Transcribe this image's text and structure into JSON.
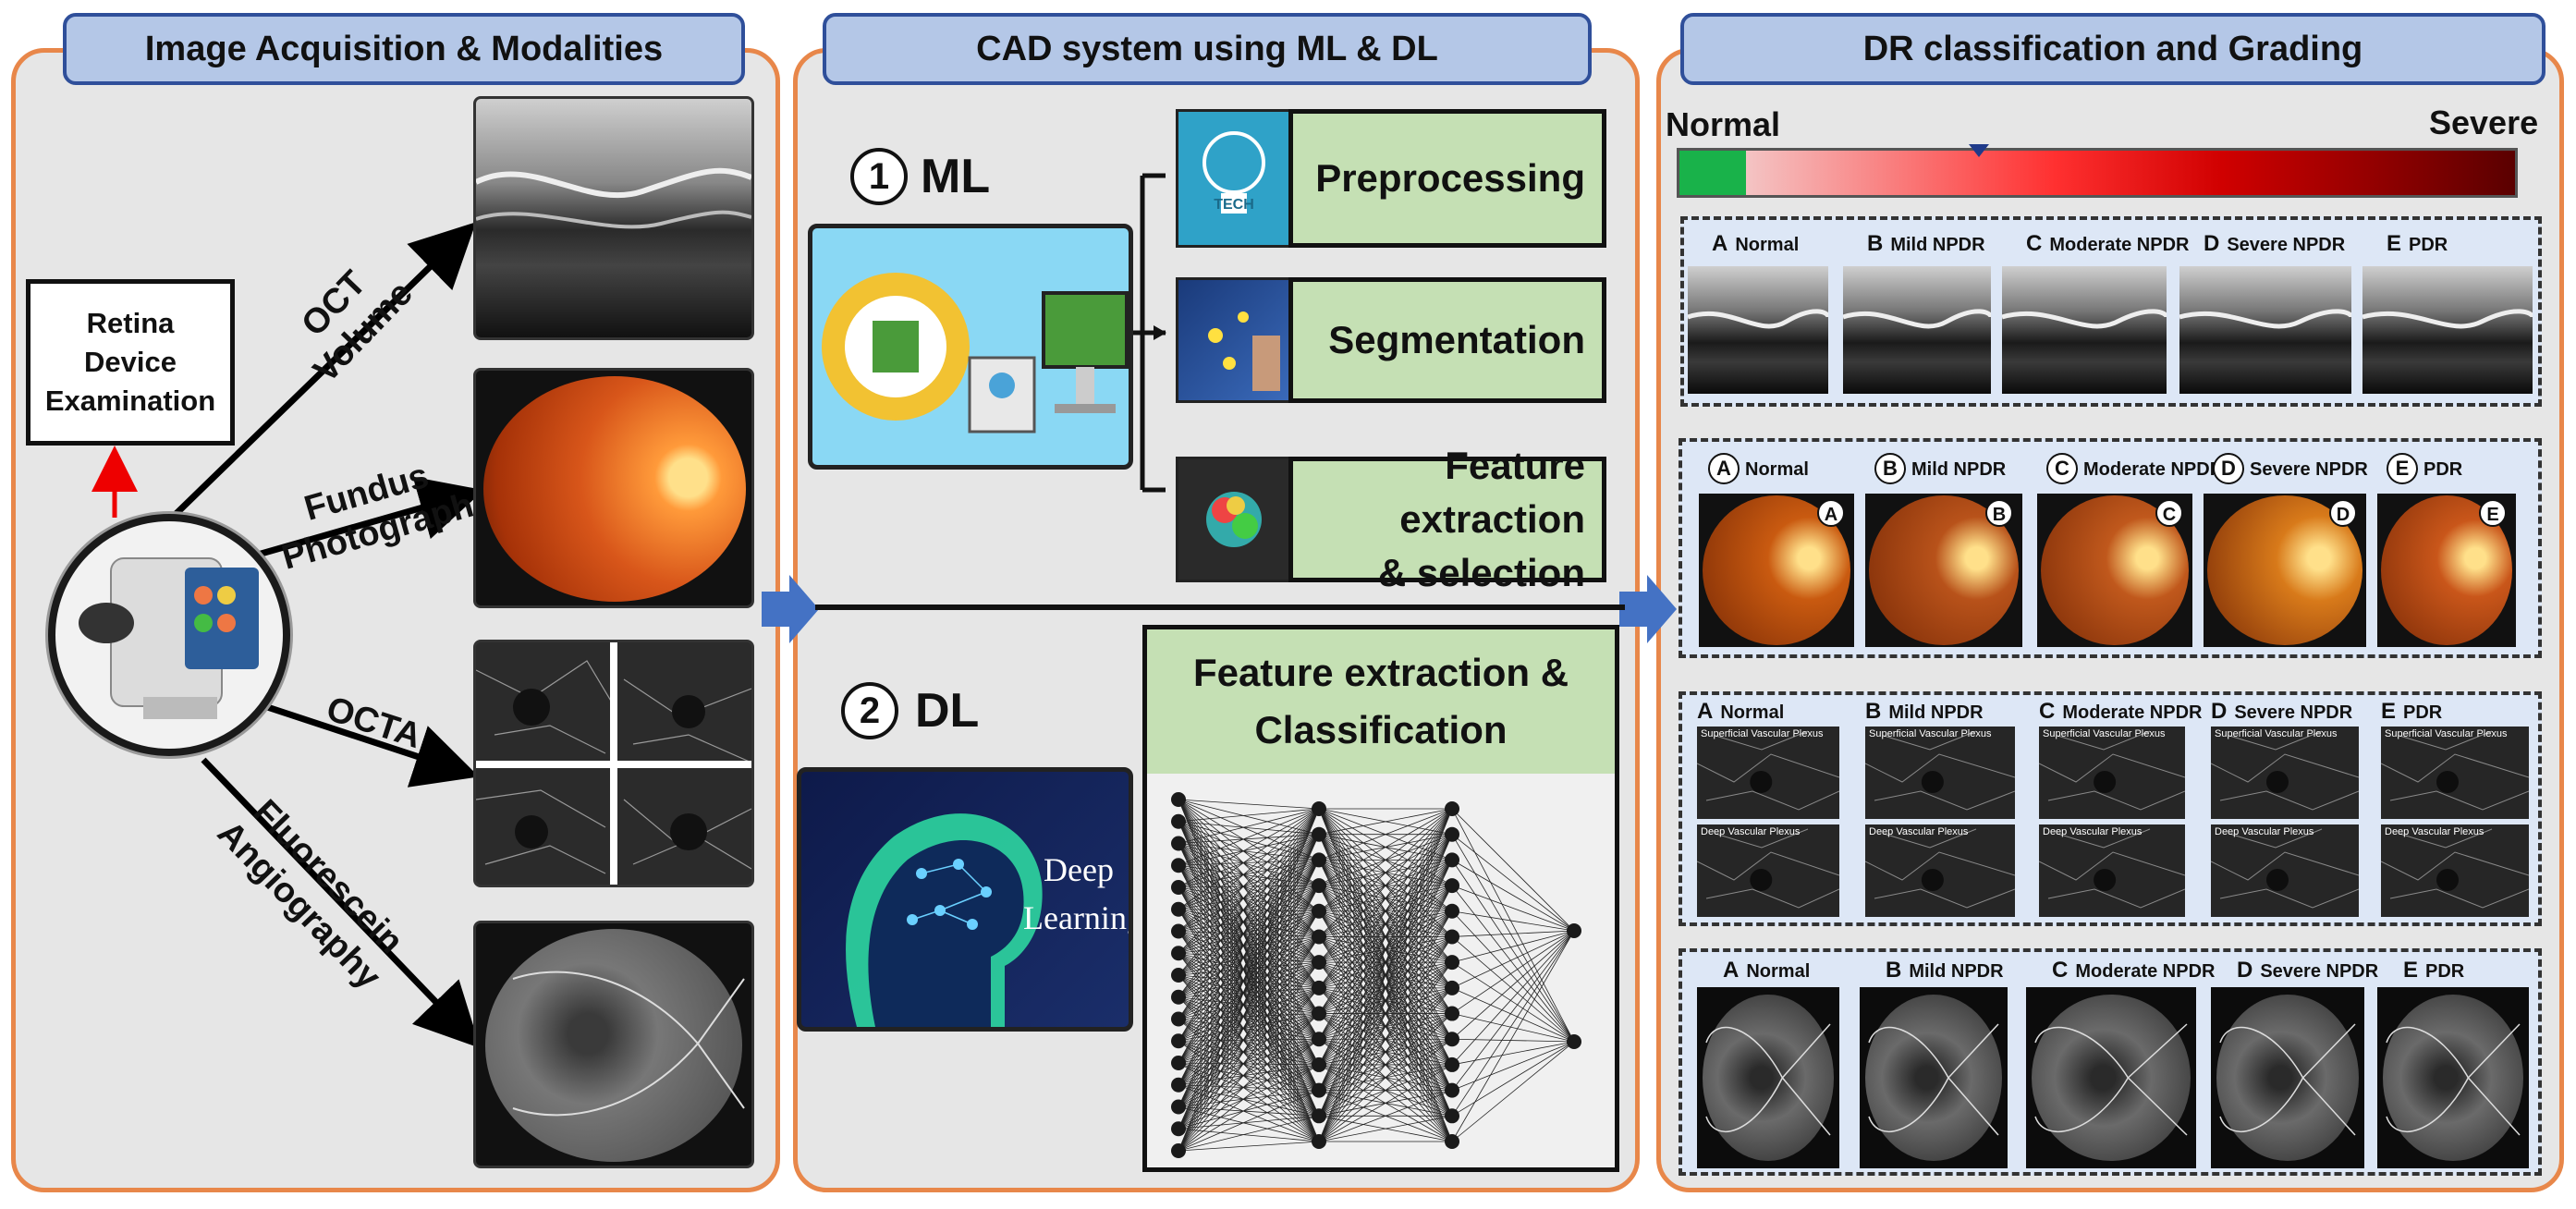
{
  "panels": {
    "acquisition": {
      "title": "Image Acquisition & Modalities"
    },
    "cad": {
      "title": "CAD system using ML & DL"
    },
    "grading": {
      "title": "DR classification and Grading"
    }
  },
  "retina_box": {
    "line1": "Retina",
    "line2": "Device",
    "line3": "Examination"
  },
  "modalities": {
    "oct": {
      "line1": "OCT",
      "line2": "Volume"
    },
    "fundus": {
      "line1": "Fundus",
      "line2": "Photograph"
    },
    "octa": {
      "line1": "OCTA"
    },
    "fa": {
      "line1": "Fluorescein",
      "line2": "Angiography"
    }
  },
  "ml": {
    "number": "1",
    "label": "ML",
    "steps": {
      "preprocessing": "Preprocessing",
      "segmentation": "Segmentation",
      "feature_line1": "Feature extraction",
      "feature_line2": "& selection"
    },
    "icon_text": "TECH"
  },
  "dl": {
    "number": "2",
    "label": "DL",
    "box_line1": "Feature extraction &",
    "box_line2": "Classification",
    "image_line1": "Deep",
    "image_line2": "Learning"
  },
  "severity": {
    "left": "Normal",
    "right": "Severe"
  },
  "grades": [
    {
      "letter": "A",
      "name": "Normal"
    },
    {
      "letter": "B",
      "name": "Mild NPDR"
    },
    {
      "letter": "C",
      "name": "Moderate NPDR"
    },
    {
      "letter": "D",
      "name": "Severe NPDR"
    },
    {
      "letter": "E",
      "name": "PDR"
    }
  ],
  "octa_labels": {
    "superficial": "Superficial Vascular Plexus",
    "deep": "Deep Vascular Plexus"
  },
  "colors": {
    "panel_border": "#e8874a",
    "header_fill": "#b4c7e7",
    "header_border": "#2f4f9a",
    "step_fill": "#c5e0b4",
    "arrow": "#4472c4"
  }
}
